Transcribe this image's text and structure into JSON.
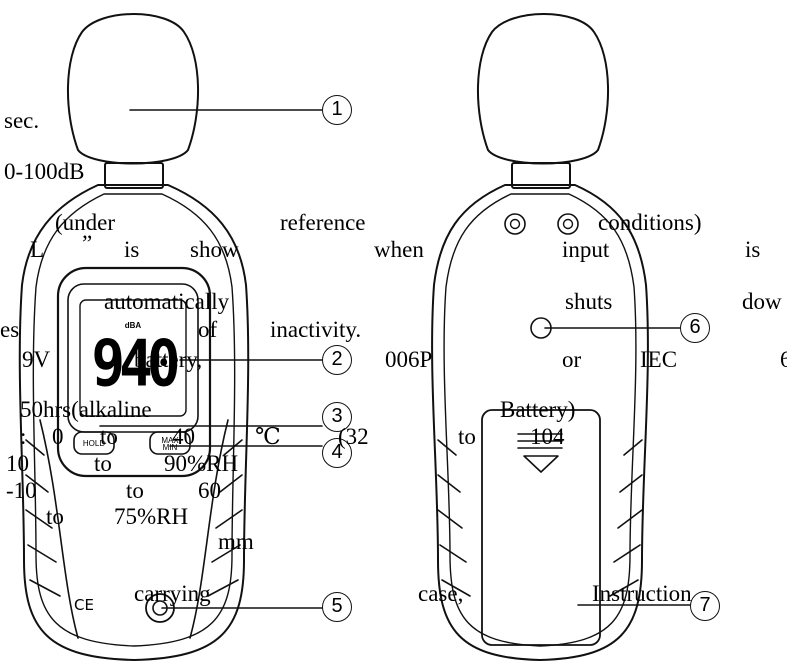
{
  "device": {
    "unit_label": "dBA",
    "reading": "940",
    "hold_label": "HOLD",
    "maxmin_label": "MAX MIN",
    "ce_mark": "CE"
  },
  "callouts": [
    "1",
    "2",
    "3",
    "4",
    "5",
    "6",
    "7"
  ],
  "overlay_text": [
    "sec.",
    "0-100dB",
    "(under",
    "reference",
    "conditions)",
    "L",
    "”",
    "is",
    "show",
    "when",
    "input",
    "is",
    "automatically",
    "shuts",
    "dow",
    "es",
    "of",
    "inactivity.",
    "9V",
    "battery,",
    "006P",
    "or",
    "IEC",
    "6",
    "50hrs(alkaline",
    "Battery)",
    ":",
    "0",
    "to",
    "40",
    "℃",
    "(32",
    "to",
    "104",
    "10",
    "to",
    "90%RH",
    "-10",
    "to",
    "60",
    "to",
    "75%RH",
    "mm",
    "carrying",
    "case,",
    "Instruction"
  ]
}
